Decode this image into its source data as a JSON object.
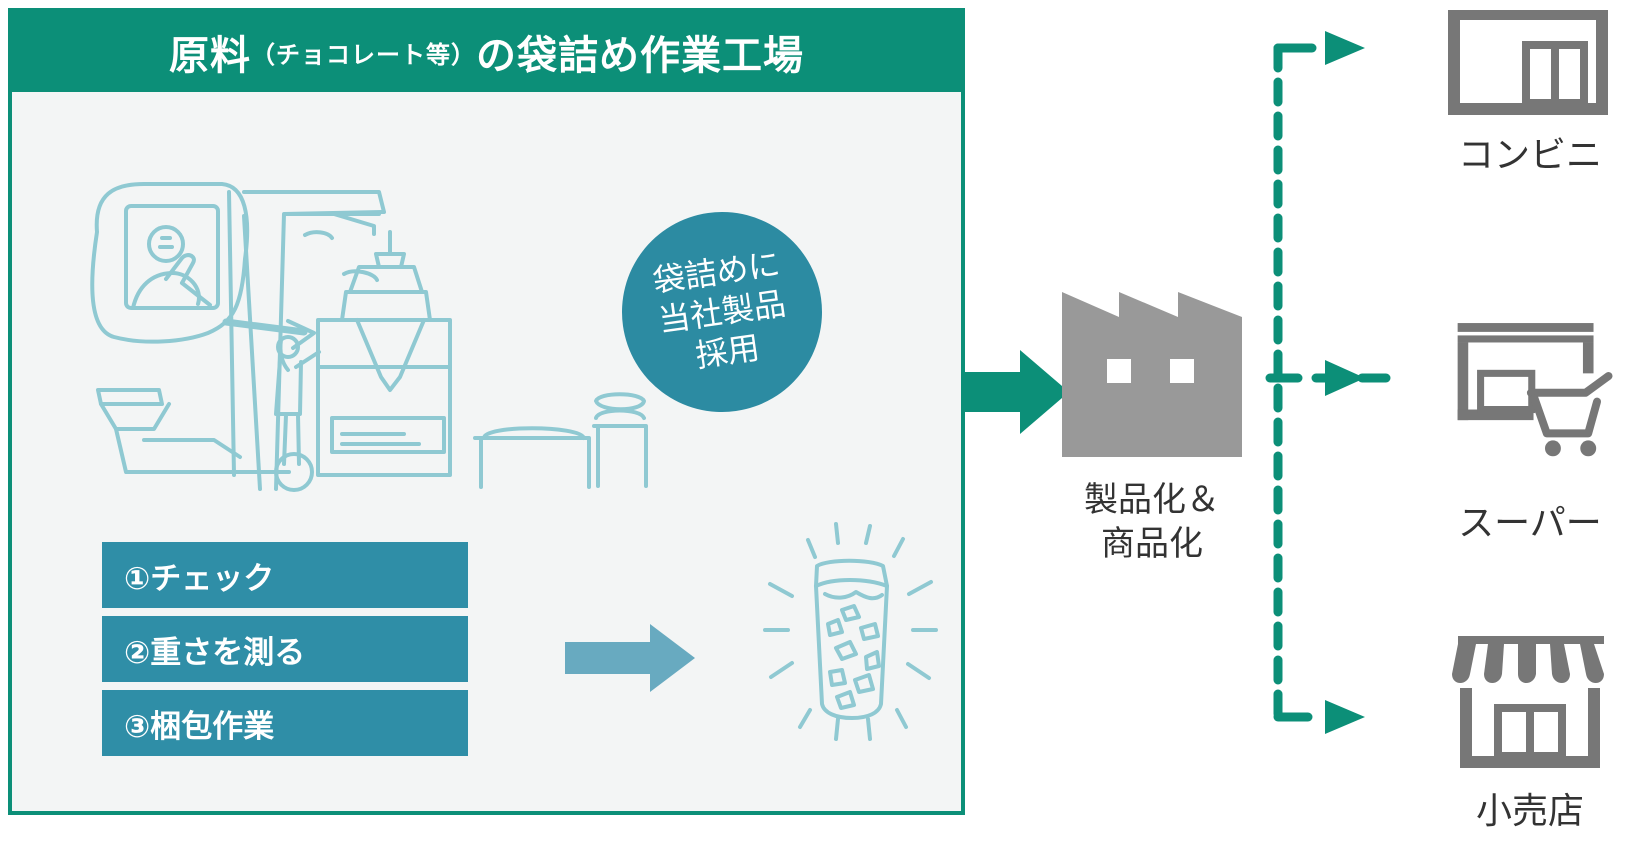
{
  "factory_panel": {
    "title_main": "原料",
    "title_small": "（チョコレート等）",
    "title_rest": "の袋詰め作業工場",
    "badge_text": "袋詰めに\n当社製品\n採用",
    "steps": [
      {
        "label": "①チェック"
      },
      {
        "label": "②重さを測る"
      },
      {
        "label": "③梱包作業"
      }
    ]
  },
  "production": {
    "label": "製品化＆\n商品化"
  },
  "retailers": [
    {
      "label": "コンビニ",
      "icon": "convenience-store-icon"
    },
    {
      "label": "スーパー",
      "icon": "supermarket-icon"
    },
    {
      "label": "小売店",
      "icon": "retail-store-icon"
    }
  ],
  "colors": {
    "accent": "#0c8f78",
    "badge": "#2c8ba2",
    "step": "#2f8ea7",
    "panel": "#f3f5f5",
    "drawing": "#8fc9d2",
    "gray_icon": "#999999",
    "store_icon": "#777777"
  }
}
